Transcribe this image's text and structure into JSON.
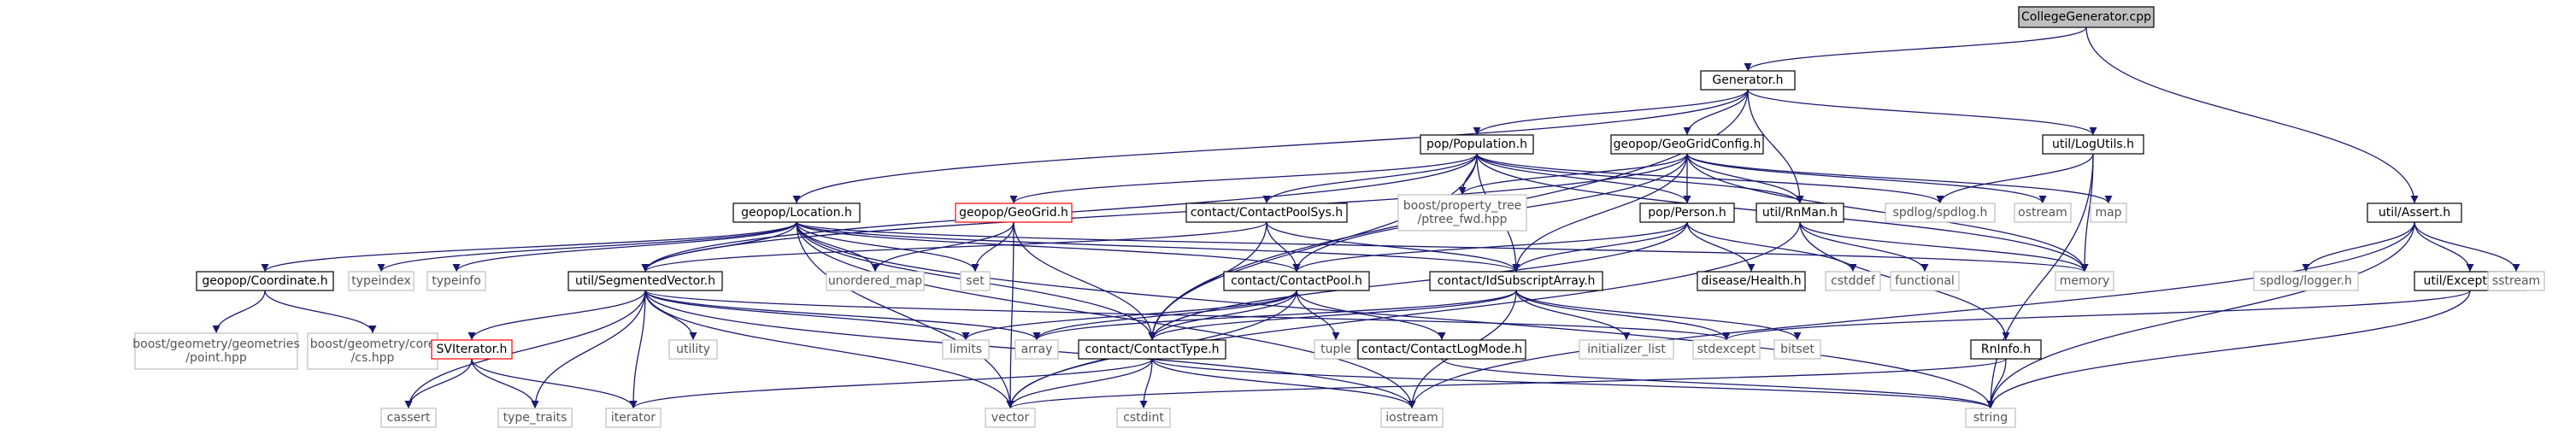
{
  "colors": {
    "edge": "#191970",
    "node_border": "#000000",
    "external_border": "#bfbfbf",
    "missing_border": "#ff0000",
    "root_fill": "#bfbfbf",
    "text": "#000000",
    "external_text": "#555555"
  },
  "nodes": [
    {
      "id": "CollegeGenerator",
      "lines": [
        "CollegeGenerator.cpp"
      ],
      "kind": "root"
    },
    {
      "id": "Generator",
      "lines": [
        "Generator.h"
      ],
      "kind": "header"
    },
    {
      "id": "PopulationH",
      "lines": [
        "pop/Population.h"
      ],
      "kind": "header"
    },
    {
      "id": "GeoGridConfig",
      "lines": [
        "geopop/GeoGridConfig.h"
      ],
      "kind": "header"
    },
    {
      "id": "LogUtils",
      "lines": [
        "util/LogUtils.h"
      ],
      "kind": "header"
    },
    {
      "id": "Assert",
      "lines": [
        "util/Assert.h"
      ],
      "kind": "header"
    },
    {
      "id": "Location",
      "lines": [
        "geopop/Location.h"
      ],
      "kind": "header"
    },
    {
      "id": "GeoGrid",
      "lines": [
        "geopop/GeoGrid.h"
      ],
      "kind": "missing"
    },
    {
      "id": "ContactPoolSys",
      "lines": [
        "contact/ContactPoolSys.h"
      ],
      "kind": "header"
    },
    {
      "id": "ptree_fwd",
      "lines": [
        "boost/property_tree",
        "/ptree_fwd.hpp"
      ],
      "kind": "external"
    },
    {
      "id": "Person",
      "lines": [
        "pop/Person.h"
      ],
      "kind": "header"
    },
    {
      "id": "RnMan",
      "lines": [
        "util/RnMan.h"
      ],
      "kind": "header"
    },
    {
      "id": "spdlog_spdlog",
      "lines": [
        "spdlog/spdlog.h"
      ],
      "kind": "external"
    },
    {
      "id": "ostream",
      "lines": [
        "ostream"
      ],
      "kind": "external"
    },
    {
      "id": "map",
      "lines": [
        "map"
      ],
      "kind": "external"
    },
    {
      "id": "Exception",
      "lines": [
        "util/Exception.h"
      ],
      "kind": "header"
    },
    {
      "id": "spdlog_logger",
      "lines": [
        "spdlog/logger.h"
      ],
      "kind": "external"
    },
    {
      "id": "sstream",
      "lines": [
        "sstream"
      ],
      "kind": "external"
    },
    {
      "id": "Coordinate",
      "lines": [
        "geopop/Coordinate.h"
      ],
      "kind": "header"
    },
    {
      "id": "typeindex",
      "lines": [
        "typeindex"
      ],
      "kind": "external"
    },
    {
      "id": "typeinfo",
      "lines": [
        "typeinfo"
      ],
      "kind": "external"
    },
    {
      "id": "SegmentedVector",
      "lines": [
        "util/SegmentedVector.h"
      ],
      "kind": "header"
    },
    {
      "id": "unordered_map",
      "lines": [
        "unordered_map"
      ],
      "kind": "external"
    },
    {
      "id": "set",
      "lines": [
        "set"
      ],
      "kind": "external"
    },
    {
      "id": "ContactPool",
      "lines": [
        "contact/ContactPool.h"
      ],
      "kind": "header"
    },
    {
      "id": "IdSubscriptArray",
      "lines": [
        "contact/IdSubscriptArray.h"
      ],
      "kind": "header"
    },
    {
      "id": "Health",
      "lines": [
        "disease/Health.h"
      ],
      "kind": "header"
    },
    {
      "id": "cstddef",
      "lines": [
        "cstddef"
      ],
      "kind": "external"
    },
    {
      "id": "functional",
      "lines": [
        "functional"
      ],
      "kind": "external"
    },
    {
      "id": "memory",
      "lines": [
        "memory"
      ],
      "kind": "external"
    },
    {
      "id": "geom_point",
      "lines": [
        "boost/geometry/geometries",
        "/point.hpp"
      ],
      "kind": "external"
    },
    {
      "id": "geom_cs",
      "lines": [
        "boost/geometry/core",
        "/cs.hpp"
      ],
      "kind": "external"
    },
    {
      "id": "SVIterator",
      "lines": [
        "SVIterator.h"
      ],
      "kind": "missing"
    },
    {
      "id": "utility",
      "lines": [
        "utility"
      ],
      "kind": "external"
    },
    {
      "id": "limits",
      "lines": [
        "limits"
      ],
      "kind": "external"
    },
    {
      "id": "array",
      "lines": [
        "array"
      ],
      "kind": "external"
    },
    {
      "id": "tuple",
      "lines": [
        "tuple"
      ],
      "kind": "external"
    },
    {
      "id": "ContactType",
      "lines": [
        "contact/ContactType.h"
      ],
      "kind": "header"
    },
    {
      "id": "ContactLogMode",
      "lines": [
        "contact/ContactLogMode.h"
      ],
      "kind": "header"
    },
    {
      "id": "initializer_list",
      "lines": [
        "initializer_list"
      ],
      "kind": "external"
    },
    {
      "id": "stdexcept",
      "lines": [
        "stdexcept"
      ],
      "kind": "external"
    },
    {
      "id": "bitset",
      "lines": [
        "bitset"
      ],
      "kind": "external"
    },
    {
      "id": "RnInfo",
      "lines": [
        "RnInfo.h"
      ],
      "kind": "header"
    },
    {
      "id": "cassert",
      "lines": [
        "cassert"
      ],
      "kind": "external"
    },
    {
      "id": "type_traits",
      "lines": [
        "type_traits"
      ],
      "kind": "external"
    },
    {
      "id": "iterator",
      "lines": [
        "iterator"
      ],
      "kind": "external"
    },
    {
      "id": "vector",
      "lines": [
        "vector"
      ],
      "kind": "external"
    },
    {
      "id": "cstdint",
      "lines": [
        "cstdint"
      ],
      "kind": "external"
    },
    {
      "id": "iostream",
      "lines": [
        "iostream"
      ],
      "kind": "external"
    },
    {
      "id": "string",
      "lines": [
        "string"
      ],
      "kind": "external"
    }
  ],
  "edges": [
    [
      "CollegeGenerator",
      "Generator"
    ],
    [
      "CollegeGenerator",
      "Assert"
    ],
    [
      "Generator",
      "PopulationH"
    ],
    [
      "Generator",
      "GeoGridConfig"
    ],
    [
      "Generator",
      "LogUtils"
    ],
    [
      "Generator",
      "Location"
    ],
    [
      "Generator",
      "ContactType"
    ],
    [
      "Generator",
      "RnMan"
    ],
    [
      "PopulationH",
      "GeoGrid"
    ],
    [
      "PopulationH",
      "ContactPoolSys"
    ],
    [
      "PopulationH",
      "ptree_fwd"
    ],
    [
      "PopulationH",
      "Person"
    ],
    [
      "PopulationH",
      "RnMan"
    ],
    [
      "PopulationH",
      "SegmentedVector"
    ],
    [
      "PopulationH",
      "ContactType"
    ],
    [
      "PopulationH",
      "memory"
    ],
    [
      "PopulationH",
      "spdlog_spdlog"
    ],
    [
      "PopulationH",
      "IdSubscriptArray"
    ],
    [
      "GeoGridConfig",
      "ptree_fwd"
    ],
    [
      "GeoGridConfig",
      "Person"
    ],
    [
      "GeoGridConfig",
      "RnMan"
    ],
    [
      "GeoGridConfig",
      "ostream"
    ],
    [
      "GeoGridConfig",
      "map"
    ],
    [
      "GeoGridConfig",
      "memory"
    ],
    [
      "GeoGridConfig",
      "ContactPool"
    ],
    [
      "GeoGridConfig",
      "IdSubscriptArray"
    ],
    [
      "GeoGridConfig",
      "SegmentedVector"
    ],
    [
      "LogUtils",
      "spdlog_spdlog"
    ],
    [
      "LogUtils",
      "memory"
    ],
    [
      "LogUtils",
      "string"
    ],
    [
      "Assert",
      "spdlog_logger"
    ],
    [
      "Assert",
      "Exception"
    ],
    [
      "Assert",
      "sstream"
    ],
    [
      "Assert",
      "string"
    ],
    [
      "Assert",
      "iostream"
    ],
    [
      "Exception",
      "stdexcept"
    ],
    [
      "Exception",
      "string"
    ],
    [
      "Location",
      "Coordinate"
    ],
    [
      "Location",
      "typeindex"
    ],
    [
      "Location",
      "typeinfo"
    ],
    [
      "Location",
      "SegmentedVector"
    ],
    [
      "Location",
      "unordered_map"
    ],
    [
      "Location",
      "set"
    ],
    [
      "Location",
      "ContactPool"
    ],
    [
      "Location",
      "IdSubscriptArray"
    ],
    [
      "Location",
      "ContactType"
    ],
    [
      "Location",
      "vector"
    ],
    [
      "Location",
      "iostream"
    ],
    [
      "Location",
      "memory"
    ],
    [
      "Location",
      "string"
    ],
    [
      "GeoGrid",
      "set"
    ],
    [
      "GeoGrid",
      "unordered_map"
    ],
    [
      "GeoGrid",
      "ContactType"
    ],
    [
      "GeoGrid",
      "vector"
    ],
    [
      "ContactPoolSys",
      "ContactPool"
    ],
    [
      "ContactPoolSys",
      "IdSubscriptArray"
    ],
    [
      "ContactPoolSys",
      "ContactType"
    ],
    [
      "ContactPoolSys",
      "SegmentedVector"
    ],
    [
      "Person",
      "ContactPool"
    ],
    [
      "Person",
      "Health"
    ],
    [
      "Person",
      "cstddef"
    ],
    [
      "Person",
      "IdSubscriptArray"
    ],
    [
      "Person",
      "ContactType"
    ],
    [
      "RnMan",
      "functional"
    ],
    [
      "RnMan",
      "memory"
    ],
    [
      "RnMan",
      "RnInfo"
    ],
    [
      "RnMan",
      "vector"
    ],
    [
      "Coordinate",
      "geom_point"
    ],
    [
      "Coordinate",
      "geom_cs"
    ],
    [
      "SegmentedVector",
      "SVIterator"
    ],
    [
      "SegmentedVector",
      "cassert"
    ],
    [
      "SegmentedVector",
      "utility"
    ],
    [
      "SegmentedVector",
      "limits"
    ],
    [
      "SegmentedVector",
      "array"
    ],
    [
      "SegmentedVector",
      "type_traits"
    ],
    [
      "SegmentedVector",
      "iterator"
    ],
    [
      "SegmentedVector",
      "vector"
    ],
    [
      "SegmentedVector",
      "iostream"
    ],
    [
      "SegmentedVector",
      "stdexcept"
    ],
    [
      "SVIterator",
      "cassert"
    ],
    [
      "SVIterator",
      "type_traits"
    ],
    [
      "SVIterator",
      "iterator"
    ],
    [
      "ContactPool",
      "limits"
    ],
    [
      "ContactPool",
      "array"
    ],
    [
      "ContactPool",
      "tuple"
    ],
    [
      "ContactPool",
      "ContactType"
    ],
    [
      "ContactPool",
      "ContactLogMode"
    ],
    [
      "ContactPool",
      "vector"
    ],
    [
      "IdSubscriptArray",
      "ContactType"
    ],
    [
      "IdSubscriptArray",
      "initializer_list"
    ],
    [
      "IdSubscriptArray",
      "stdexcept"
    ],
    [
      "IdSubscriptArray",
      "bitset"
    ],
    [
      "IdSubscriptArray",
      "array"
    ],
    [
      "IdSubscriptArray",
      "iostream"
    ],
    [
      "ContactType",
      "iterator"
    ],
    [
      "ContactType",
      "vector"
    ],
    [
      "ContactType",
      "cstdint"
    ],
    [
      "ContactType",
      "iostream"
    ],
    [
      "ContactType",
      "string"
    ],
    [
      "ContactLogMode",
      "string"
    ],
    [
      "RnInfo",
      "string"
    ],
    [
      "RnInfo",
      "vector"
    ]
  ]
}
